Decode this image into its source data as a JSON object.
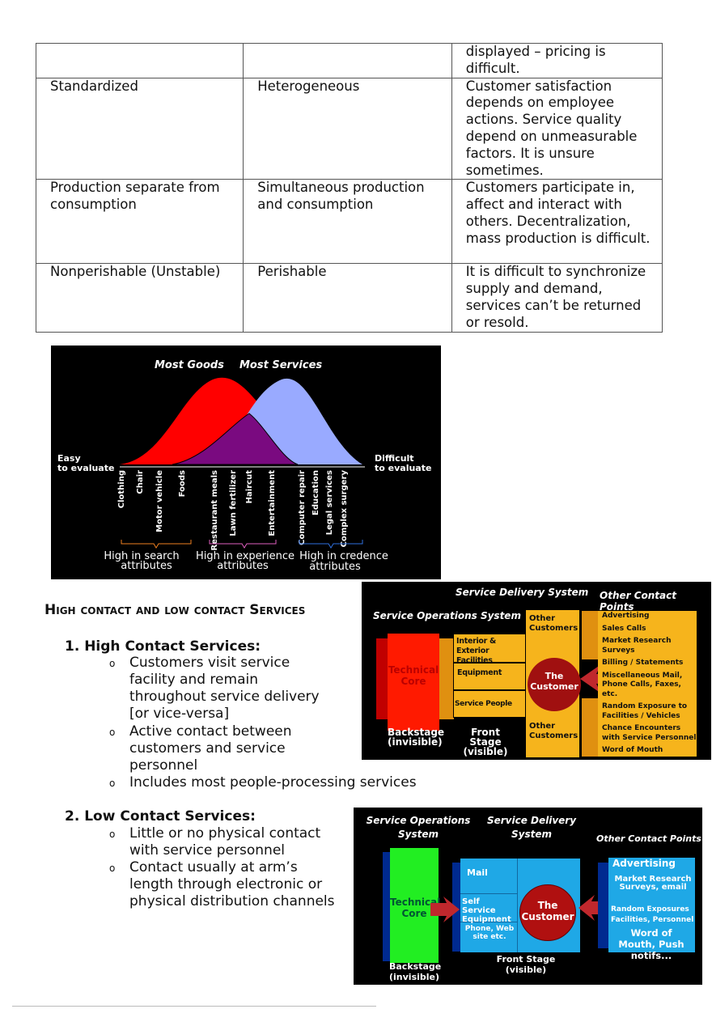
{
  "table": {
    "rows": [
      [
        "",
        "",
        "displayed – pricing is difficult."
      ],
      [
        "Standardized",
        "Heterogeneous",
        "Customer satisfaction depends on employee actions. Service quality depend on unmeasurable factors. It is unsure sometimes."
      ],
      [
        "Production separate from consumption",
        "Simultaneous production and consumption",
        "Customers participate in, affect and interact with others. Decentralization, mass production is difficult."
      ],
      [
        "Nonperishable (Unstable)",
        "Perishable",
        "It is difficult to synchronize supply and demand, services can’t be returned or resold."
      ]
    ]
  },
  "evaluation_figure": {
    "most_goods": "Most Goods",
    "most_services": "Most Services",
    "easy": "Easy to evaluate",
    "difficult": "Difficult to evaluate",
    "items": [
      "Clothing",
      "Chair",
      "Motor vehicle",
      "Foods",
      "Restaurant meals",
      "Lawn fertilizer",
      "Haircut",
      "Entertainment",
      "Computer repair",
      "Education",
      "Legal services",
      "Complex surgery"
    ],
    "groups": [
      "High in search attributes",
      "High in experience attributes",
      "High in credence attributes"
    ],
    "colors": {
      "goods": "#ff0000",
      "services": "#99aaff",
      "overlap": "#7a0a80"
    }
  },
  "section": {
    "heading": "High contact and low contact Services",
    "high_title": "1. High Contact Services:",
    "high_items": [
      "Customers visit service facility and remain throughout service delivery [or vice-versa]",
      "Active contact between customers and service personnel",
      "Includes most people-processing services"
    ],
    "low_title": "2. Low Contact Services:",
    "low_items": [
      "Little or no physical contact with service personnel",
      "Contact usually at arm’s length through electronic or physical distribution channels"
    ],
    "bullet": "o"
  },
  "high_contact_figure": {
    "delivery": "Service Delivery System",
    "other_points": "Other Contact Points",
    "operations": "Service Operations System",
    "core": "Technical Core",
    "front": [
      "Interior & Exterior Facilities",
      "Equipment",
      "Service People"
    ],
    "other_customers": "Other Customers",
    "customer": "The Customer",
    "contacts": [
      "Advertising",
      "Sales Calls",
      "Market Research Surveys",
      "Billing / Statements",
      "Miscellaneous Mail, Phone Calls, Faxes, etc.",
      "Random Exposure to Facilities / Vehicles",
      "Chance Encounters with Service Personnel",
      "Word of Mouth"
    ],
    "backstage": "Backstage (invisible)",
    "frontstage": "Front Stage (visible)"
  },
  "low_contact_figure": {
    "operations": "Service Operations System",
    "delivery": "Service Delivery System",
    "other_points": "Other Contact Points",
    "core": "Technical Core",
    "front": [
      "Mail",
      "Self Service Equipment",
      "Phone, Web site etc."
    ],
    "customer": "The Customer",
    "contacts": [
      "Advertising",
      "Market Research Surveys, email",
      "Random Exposures Facilities, Personnel",
      "Word of Mouth, Push notifs..."
    ],
    "backstage": "Backstage (invisible)",
    "frontstage": "Front Stage (visible)"
  }
}
